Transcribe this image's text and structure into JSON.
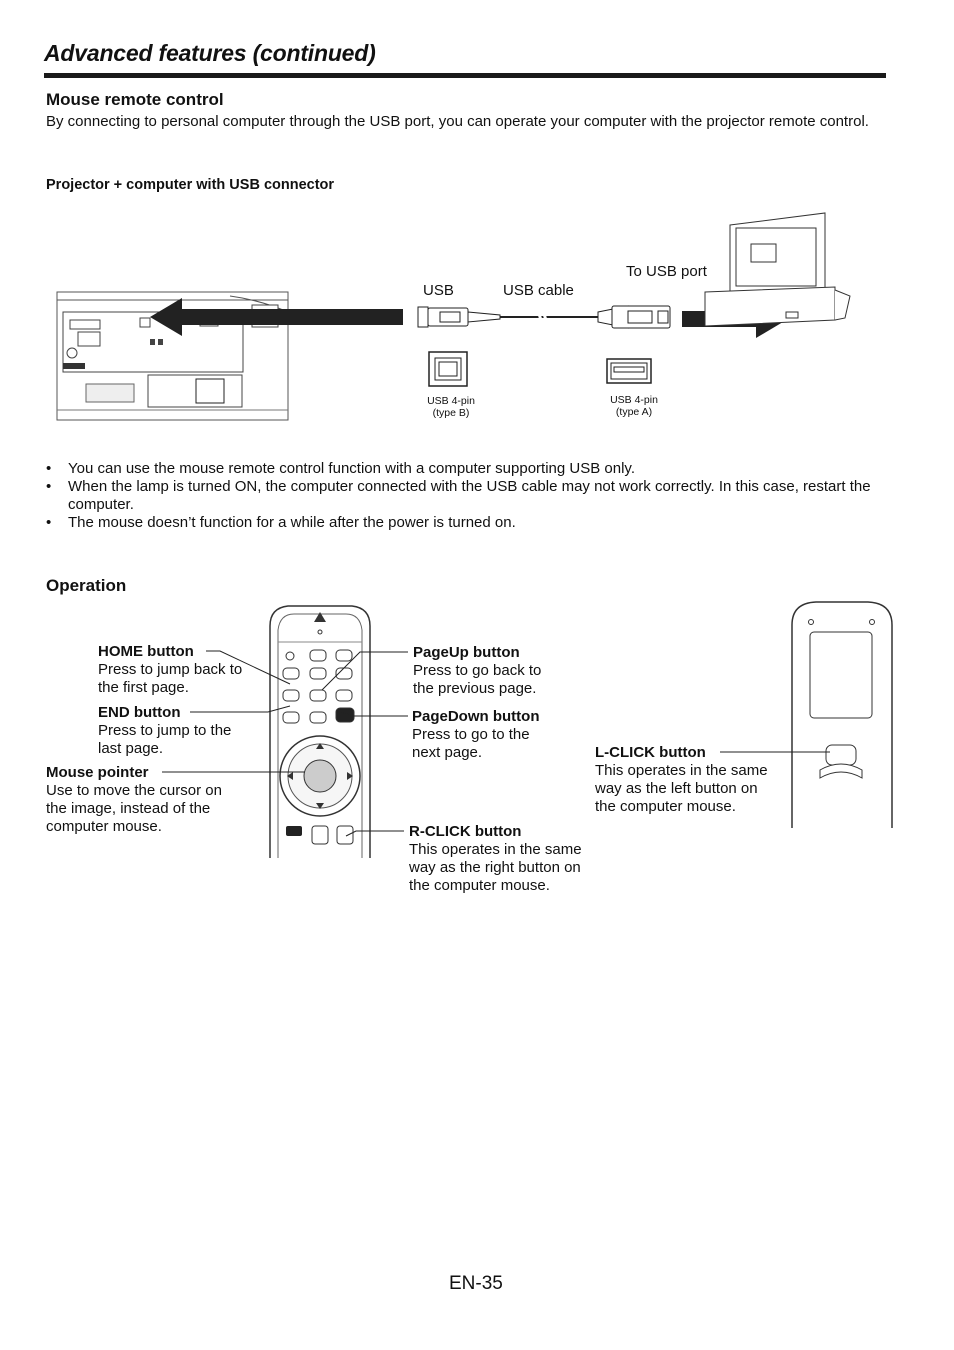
{
  "header": {
    "title": "Advanced features (continued)"
  },
  "mouse_remote": {
    "heading": "Mouse remote control",
    "intro": "By connecting to personal computer through the USB port, you can operate your computer with the projector remote control.",
    "subheading": "Projector + computer with USB connector"
  },
  "diagram": {
    "usb_label": "USB",
    "usb_cable_label": "USB cable",
    "to_usb_port_label": "To USB port",
    "type_b_line1": "USB 4-pin",
    "type_b_line2": "(type B)",
    "type_a_line1": "USB 4-pin",
    "type_a_line2": "(type A)"
  },
  "notes": [
    "You can use the mouse remote control function with a computer supporting USB only.",
    "When the lamp is turned ON, the computer connected with the USB cable may not work correctly. In this case, restart the computer.",
    "The mouse doesn’t function for a while after the power is turned on."
  ],
  "operation": {
    "heading": "Operation",
    "home_title": "HOME button",
    "home_desc": "Press to jump back to the first page.",
    "end_title": "END button",
    "end_desc": "Press to jump to the last page.",
    "pointer_title": "Mouse pointer",
    "pointer_desc": "Use to move the cursor on the image, instead of the computer mouse.",
    "pageup_title": "PageUp button",
    "pageup_desc": "Press to go back to the previous page.",
    "pagedown_title": "PageDown button",
    "pagedown_desc": "Press to go to the next page.",
    "rclick_title": "R-CLICK button",
    "rclick_desc": "This operates in the same way as the right button on the computer mouse.",
    "lclick_title": "L-CLICK button",
    "lclick_desc": "This operates in the same way as the left button on the computer mouse."
  },
  "footer": {
    "page_number": "EN-35"
  }
}
